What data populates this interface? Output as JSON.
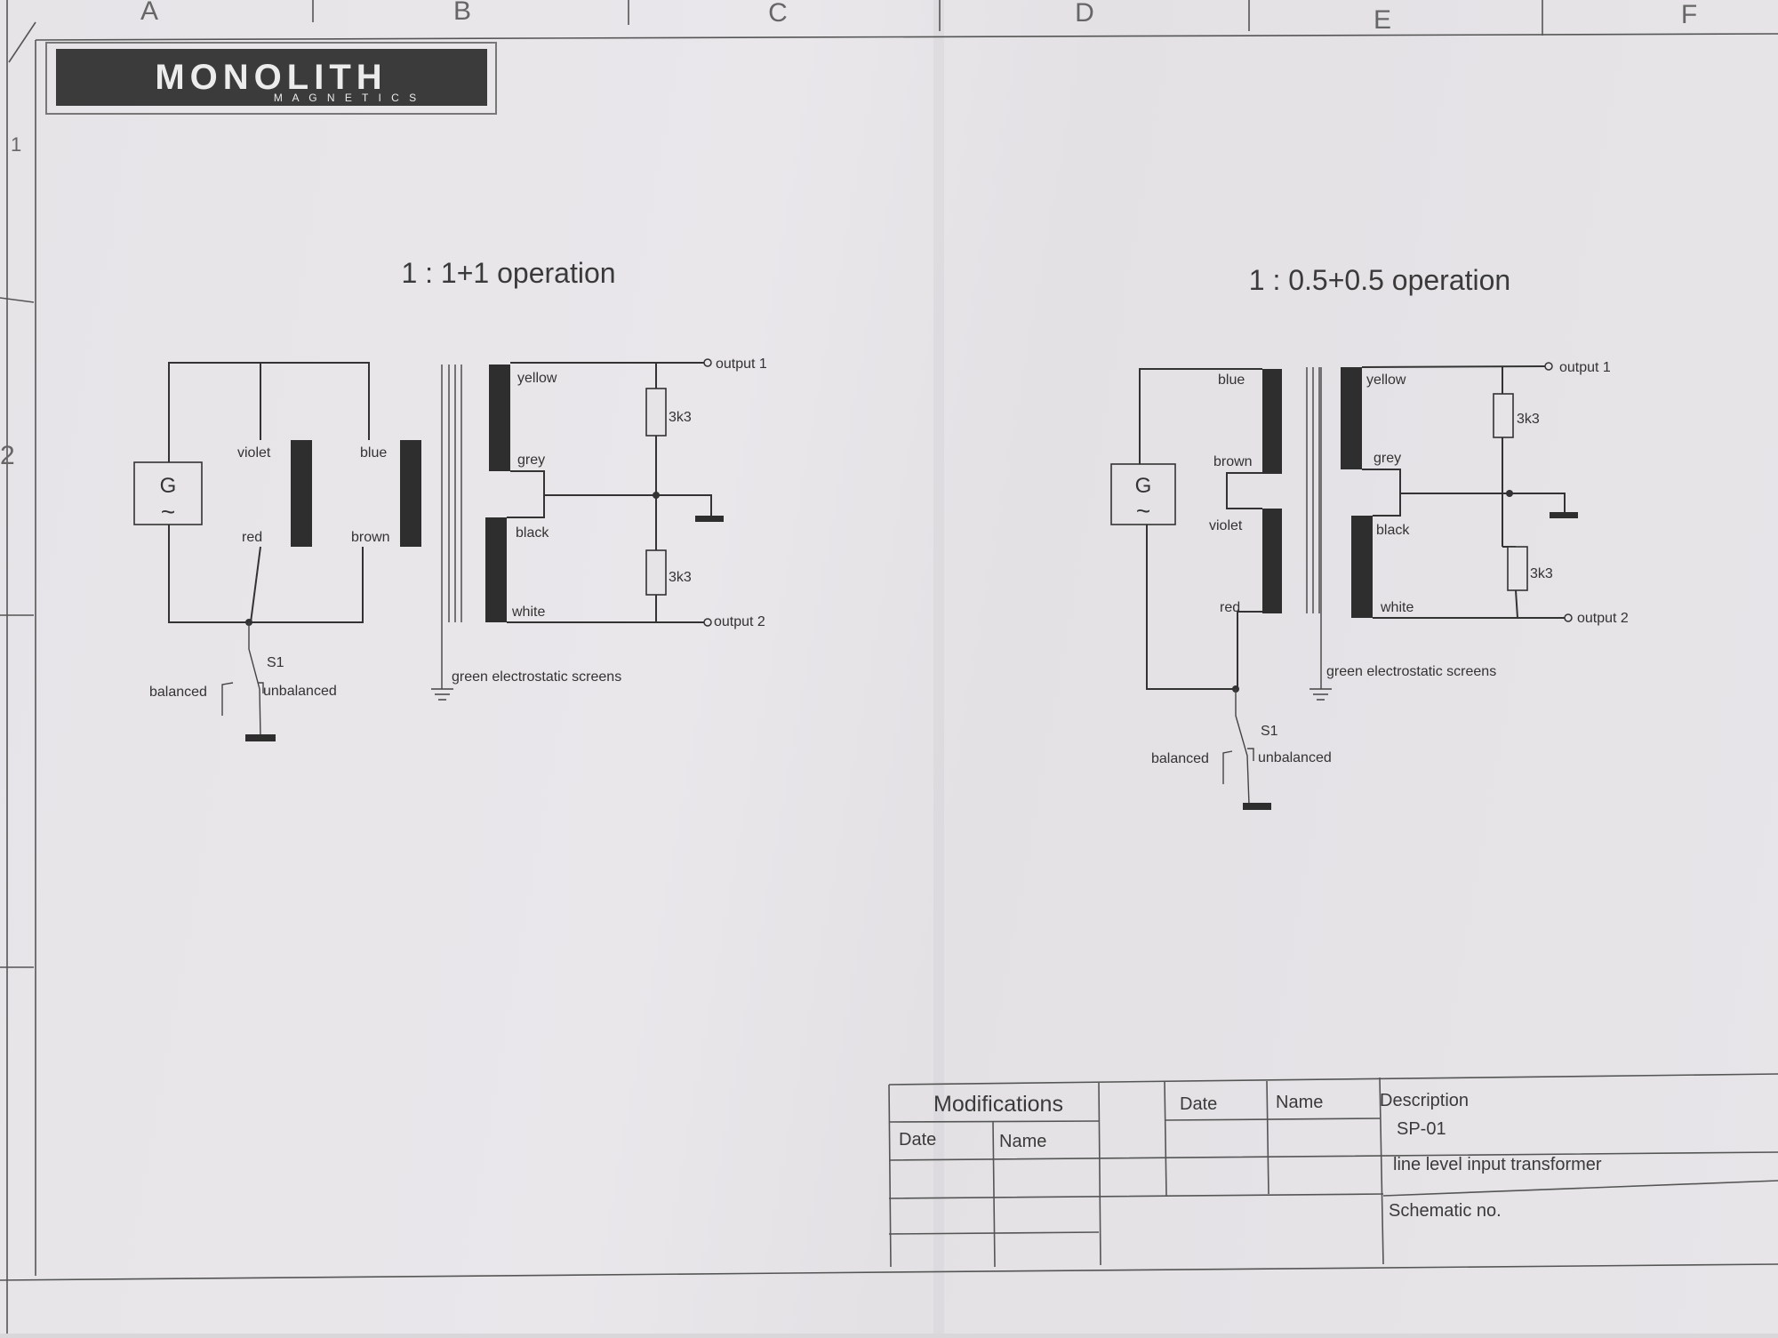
{
  "grid_labels": {
    "columns": [
      "A",
      "B",
      "C",
      "D",
      "E",
      "F"
    ],
    "rows": [
      "1",
      "2"
    ]
  },
  "logo": {
    "wordmark": "MONOLITH",
    "subtitle": "M A G N E T I C S"
  },
  "left": {
    "title": "1 : 1+1 operation",
    "primary": {
      "generator": "G",
      "generator_symbol": "~",
      "w1_top": "violet",
      "w1_bottom": "red",
      "w2_top": "blue",
      "w2_bottom": "brown"
    },
    "secondary": {
      "w1_top": "yellow",
      "w1_bottom": "grey",
      "w2_top": "black",
      "w2_bottom": "white",
      "r1": "3k3",
      "r2": "3k3",
      "out1": "output 1",
      "out2": "output 2"
    },
    "switch": {
      "name": "S1",
      "balanced": "balanced",
      "unbalanced": "unbalanced"
    },
    "screens": "green electrostatic screens"
  },
  "right": {
    "title": "1 : 0.5+0.5 operation",
    "primary": {
      "generator": "G",
      "generator_symbol": "~",
      "w1_top": "blue",
      "w1_bottom": "brown",
      "w2_top": "violet",
      "w2_bottom": "red"
    },
    "secondary": {
      "w1_top": "yellow",
      "w1_bottom": "grey",
      "w2_top": "black",
      "w2_bottom": "white",
      "r1": "3k3",
      "r2": "3k3",
      "out1": "output 1",
      "out2": "output 2"
    },
    "switch": {
      "name": "S1",
      "balanced": "balanced",
      "unbalanced": "unbalanced"
    },
    "screens": "green electrostatic screens"
  },
  "title_block": {
    "modifications": "Modifications",
    "date": "Date",
    "name": "Name",
    "date2": "Date",
    "name2": "Name",
    "description_label": "Description",
    "part_no": "SP-01",
    "description": "line level input transformer",
    "schematic_no": "Schematic no."
  }
}
